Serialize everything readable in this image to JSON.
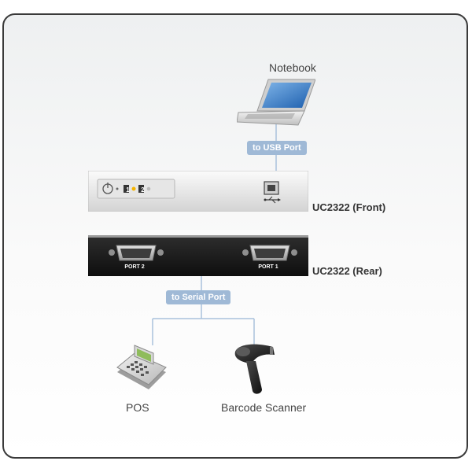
{
  "notebook": {
    "label": "Notebook"
  },
  "usb_connection": {
    "label": "to USB Port"
  },
  "front_unit": {
    "label": "UC2322 (Front)",
    "indicator_1": "1",
    "indicator_2": "2"
  },
  "rear_unit": {
    "label": "UC2322 (Rear)",
    "port_1_label": "PORT 1",
    "port_2_label": "PORT 2"
  },
  "serial_connection": {
    "label": "to Serial Port"
  },
  "devices": [
    {
      "label": "POS"
    },
    {
      "label": "Barcode Scanner"
    }
  ],
  "colors": {
    "pill": "#9fb9d6",
    "rear_panel": "#1c1c1c",
    "front_panel": "#e8e8e8",
    "line": "#a9c1dc"
  }
}
